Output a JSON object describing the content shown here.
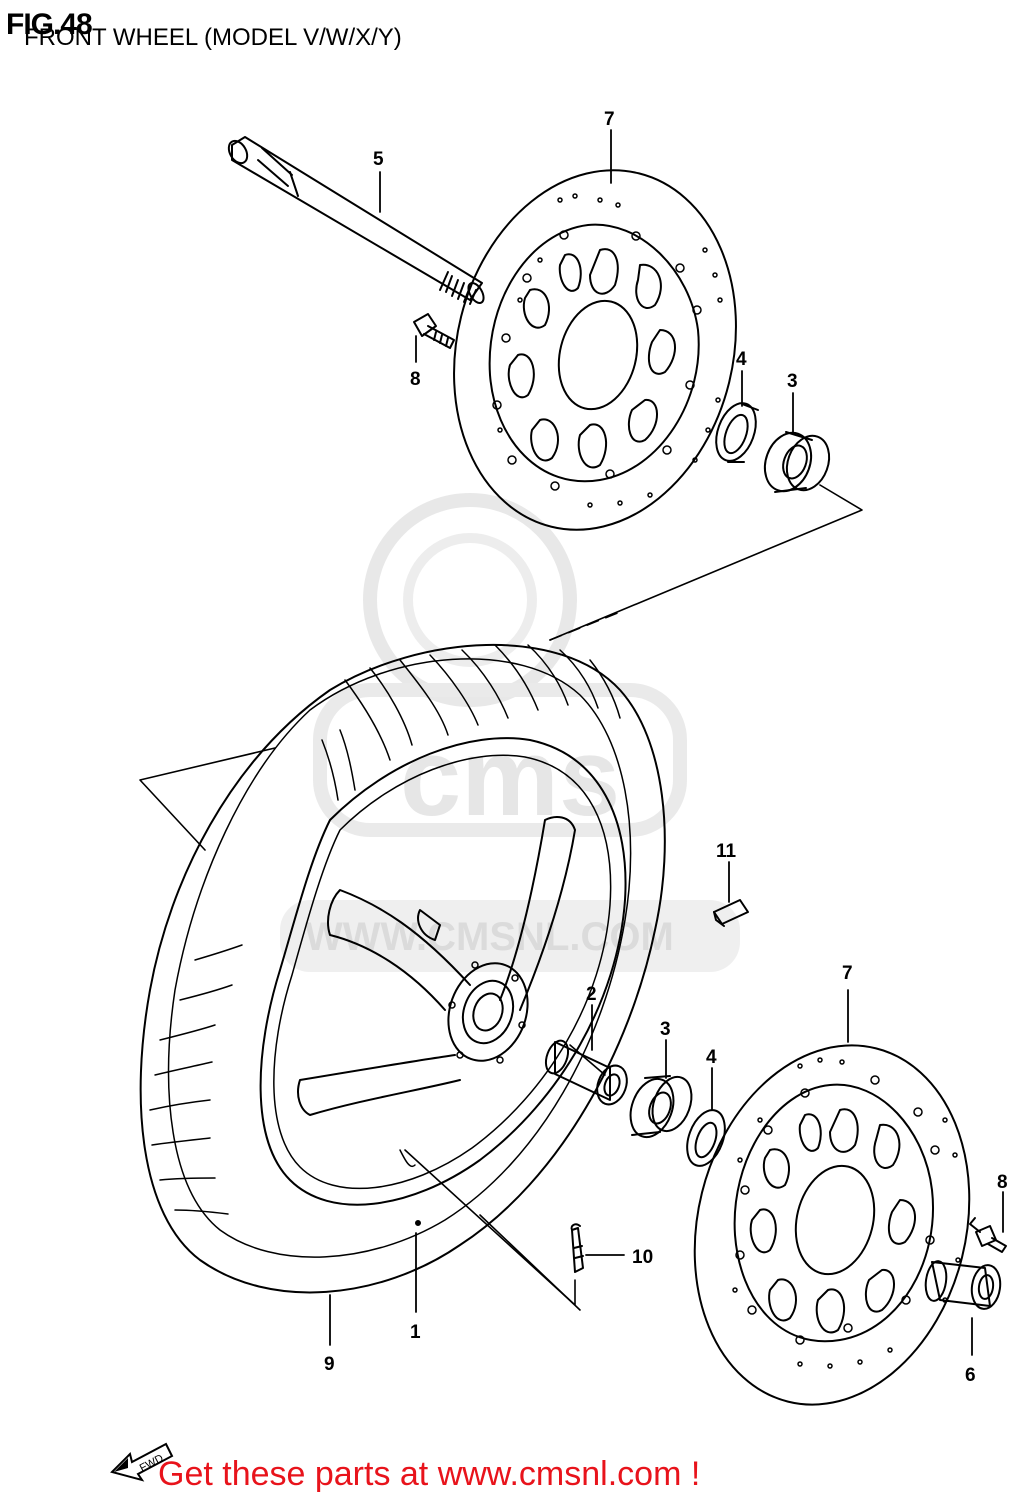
{
  "figure": {
    "title": "FIG.48",
    "subtitle": "FRONT WHEEL (MODEL V/W/X/Y)"
  },
  "callouts": {
    "c1": "1",
    "c2": "2",
    "c3a": "3",
    "c3b": "3",
    "c4a": "4",
    "c4b": "4",
    "c5": "5",
    "c6": "6",
    "c7a": "7",
    "c7b": "7",
    "c8a": "8",
    "c8b": "8",
    "c9": "9",
    "c10": "10",
    "c11": "11"
  },
  "watermark": {
    "logo_text": "cms",
    "url_text": "WWW.CMSNL.COM"
  },
  "fwd_icon": {
    "label": "FWD"
  },
  "footer": {
    "text": "Get these parts at www.cmsnl.com !",
    "color": "#e8131b"
  }
}
